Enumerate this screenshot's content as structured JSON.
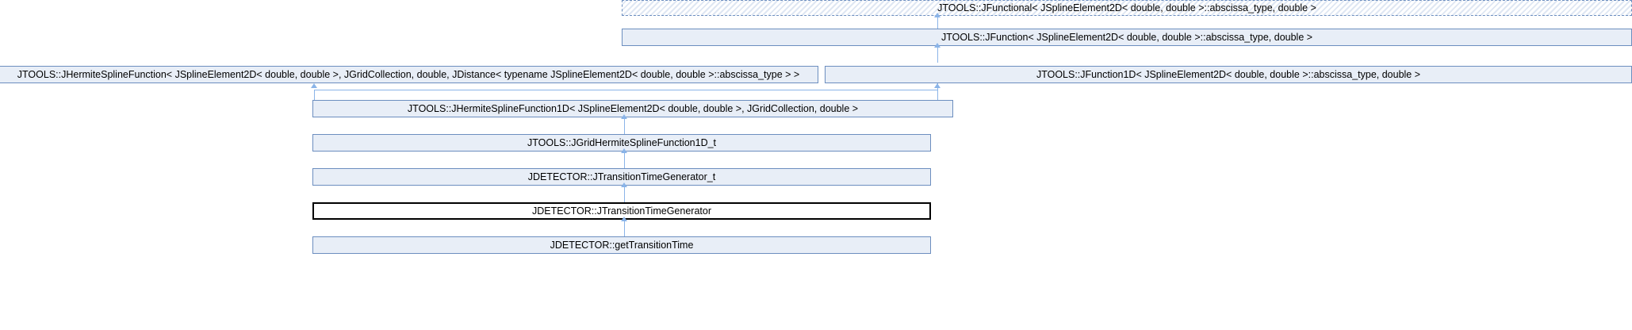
{
  "diagram": {
    "title": "Inheritance diagram for JDETECTOR::JTransitionTimeGenerator",
    "type": "inheritance-graph",
    "colors": {
      "node_fill": "#e8eef7",
      "node_border": "#6c8ebf",
      "focus_border": "#000000",
      "focus_fill": "#ffffff",
      "edge": "#8ab4e8",
      "text": "#000000",
      "background": "#ffffff"
    },
    "nodes": [
      {
        "id": "jfunctional",
        "label": "JTOOLS::JFunctional< JSplineElement2D< double, double >::abscissa_type, double >",
        "style": "dashed-hatched",
        "row": 1
      },
      {
        "id": "jfunction",
        "label": "JTOOLS::JFunction< JSplineElement2D< double, double >::abscissa_type, double >",
        "style": "solid",
        "row": 2
      },
      {
        "id": "jhermitesplinefunction",
        "label": "JTOOLS::JHermiteSplineFunction< JSplineElement2D< double, double >, JGridCollection, double, JDistance< typename JSplineElement2D< double, double >::abscissa_type > >",
        "style": "solid",
        "row": 3
      },
      {
        "id": "jfunction1d",
        "label": "JTOOLS::JFunction1D< JSplineElement2D< double, double >::abscissa_type, double >",
        "style": "solid",
        "row": 3
      },
      {
        "id": "jhermitesplinefunction1d",
        "label": "JTOOLS::JHermiteSplineFunction1D< JSplineElement2D< double, double >, JGridCollection, double >",
        "style": "solid",
        "row": 4
      },
      {
        "id": "jgridhermitesplinefunction1d_t",
        "label": "JTOOLS::JGridHermiteSplineFunction1D_t",
        "style": "solid",
        "row": 5
      },
      {
        "id": "jtransitiontimegenerator_t",
        "label": "JDETECTOR::JTransitionTimeGenerator_t",
        "style": "solid",
        "row": 6
      },
      {
        "id": "jtransitiontimegenerator",
        "label": "JDETECTOR::JTransitionTimeGenerator",
        "style": "focus",
        "row": 7
      },
      {
        "id": "gettransitiontime",
        "label": "JDETECTOR::getTransitionTime",
        "style": "solid",
        "row": 8
      }
    ]
  }
}
